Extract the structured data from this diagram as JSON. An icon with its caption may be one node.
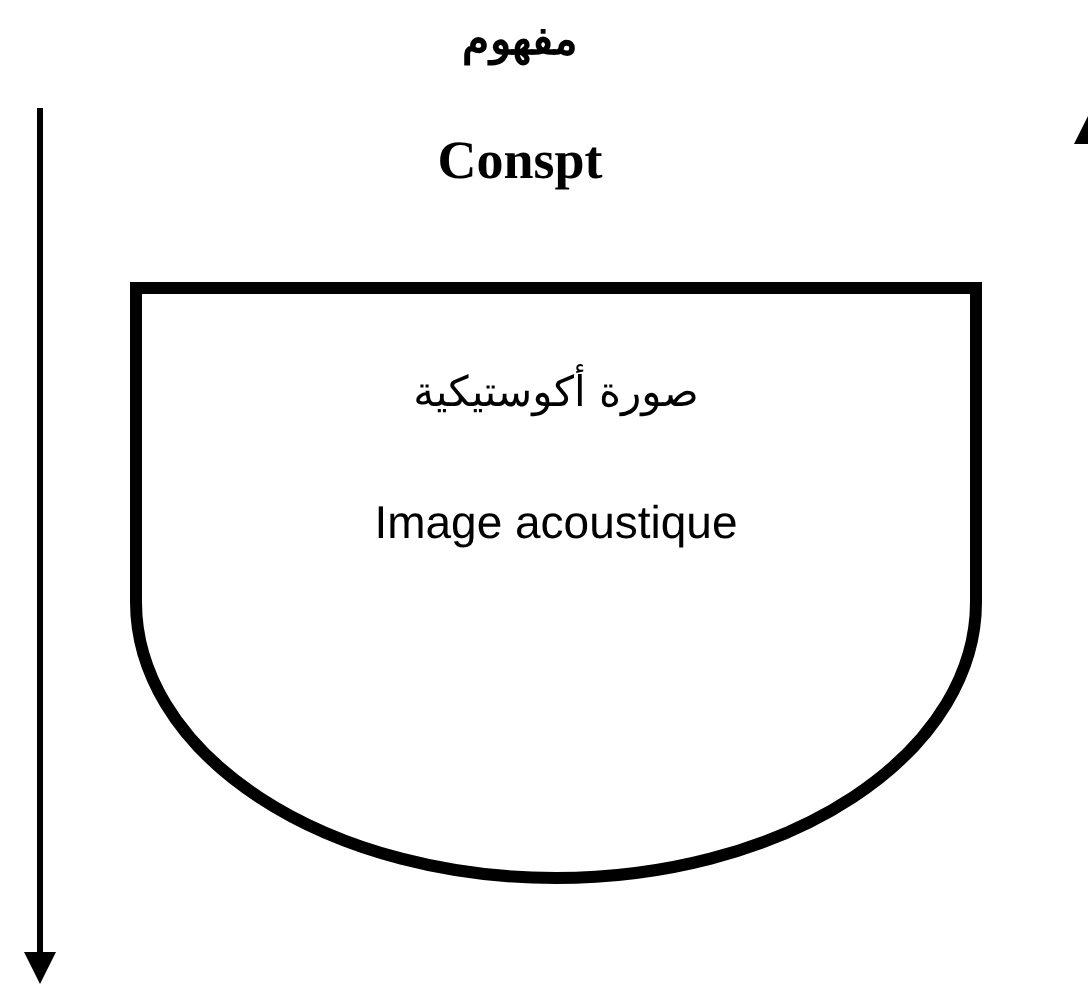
{
  "diagram": {
    "nodes": [
      {
        "text": [
          "صورة أكوستيكية",
          "Image acoustique"
        ]
      }
    ],
    "labels": [
      "مفهوم",
      "Conspt"
    ]
  }
}
